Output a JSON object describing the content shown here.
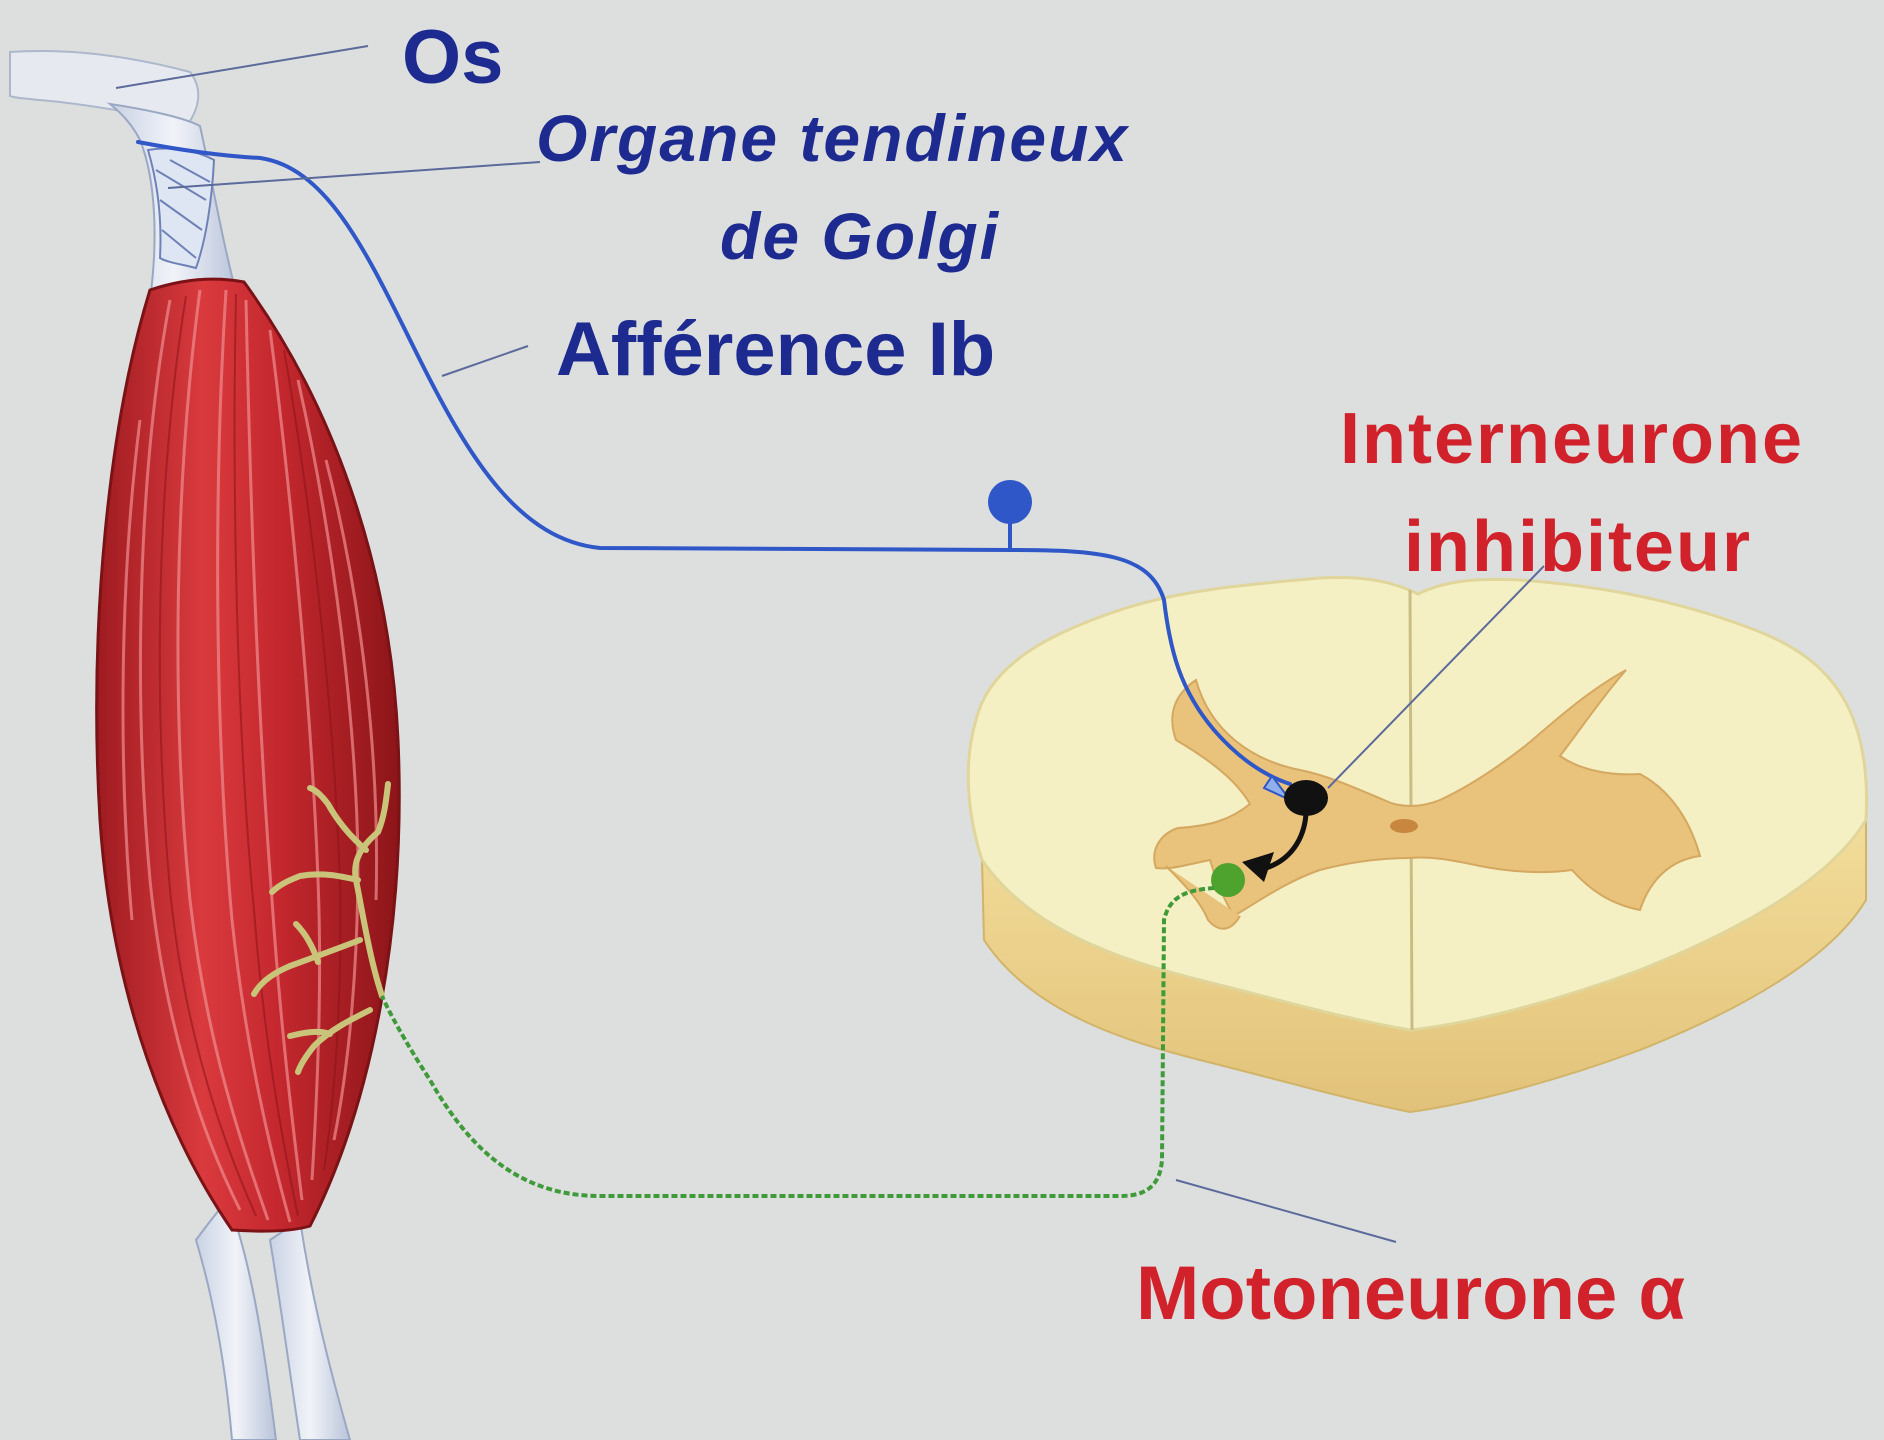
{
  "labels": {
    "os": "Os",
    "golgi_line1": "Organe tendineux",
    "golgi_line2": "de Golgi",
    "afference": "Afférence Ib",
    "interneurone_line1": "Interneurone",
    "interneurone_line2": "inhibiteur",
    "motoneurone": "Motoneurone α"
  },
  "colors": {
    "background": "#dcdfde",
    "label_blue": "#1d2a8f",
    "label_red": "#d1222c",
    "afferent_fiber": "#2f57c8",
    "motor_fiber": "#3f9a3a",
    "muscle": "#c2262c",
    "spinal_white_matter": "#f4efc0",
    "spinal_grey_matter": "#e8c47e",
    "interneurone": "#111111",
    "motoneurone_body": "#4ea22e"
  }
}
